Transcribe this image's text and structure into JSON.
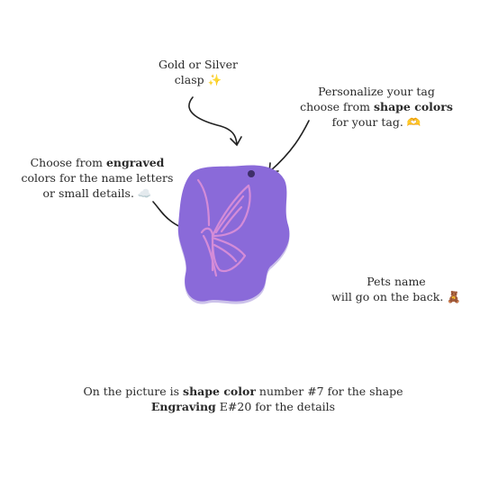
{
  "notes": {
    "clasp": {
      "line1": "Gold or Silver",
      "line2": "clasp ✨"
    },
    "shape": {
      "line1": "Personalize your tag",
      "line2_pre": "choose from ",
      "line2_bold": "shape colors",
      "line3": "for your tag. 🫶"
    },
    "engraved": {
      "line1_pre": "Choose from ",
      "line1_bold": "engraved",
      "line2": "colors for the name letters",
      "line3": "or small details. ☁️"
    },
    "pets": {
      "line1": "Pets name",
      "line2": "will go on the back. 🧸"
    },
    "bottom": {
      "line1_pre": "On the picture is ",
      "line1_bold": "shape color",
      "line1_post": " number #7 for the shape",
      "line2_bold": "Engraving",
      "line2_post": " E#20 for the details"
    }
  },
  "colors": {
    "tag": "#8a6ad9",
    "tag_shadow": "#6e4fc4",
    "engraving": "#d48cd8",
    "arrow": "#222222"
  },
  "icons": [
    "sparkles-icon",
    "heart-hands-icon",
    "cloud-icon",
    "teddy-bear-icon"
  ]
}
